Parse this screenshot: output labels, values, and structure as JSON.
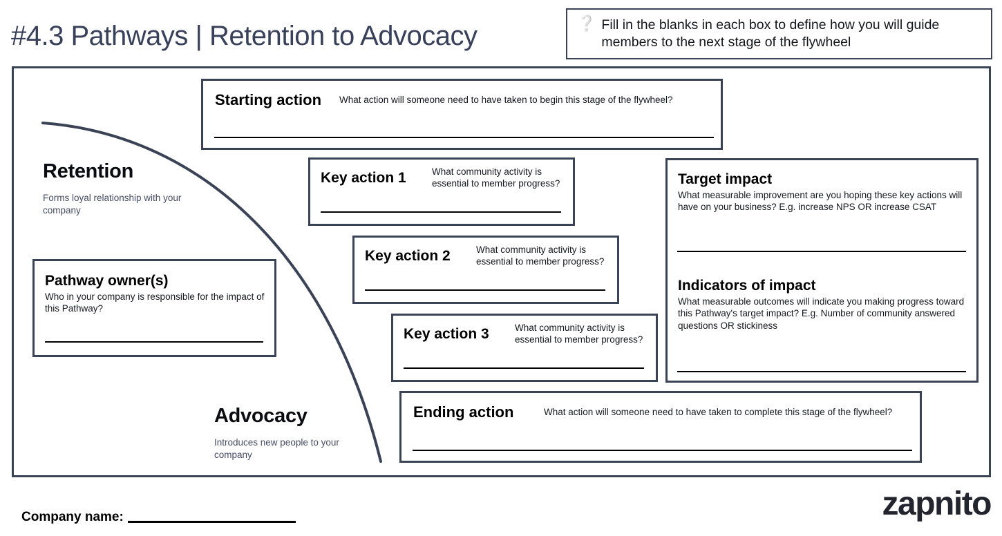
{
  "header": {
    "title": "#4.3 Pathways | Retention to Advocacy",
    "instruction": {
      "icon": "red-question-mark-icon",
      "text": "Fill in the blanks in each box to define how you will guide members to the next stage of the flywheel"
    }
  },
  "stages": {
    "from": {
      "name": "Retention",
      "subtitle": "Forms loyal relationship with your company"
    },
    "to": {
      "name": "Advocacy",
      "subtitle": "Introduces new people to your company"
    }
  },
  "fields": {
    "starting_action": {
      "title": "Starting action",
      "description": "What action will someone need to have taken to begin this stage of the flywheel?",
      "value": ""
    },
    "key_action_1": {
      "title": "Key action 1",
      "description": "What community activity is essential to member progress?",
      "value": ""
    },
    "key_action_2": {
      "title": "Key action 2",
      "description": "What community activity is essential to member progress?",
      "value": ""
    },
    "key_action_3": {
      "title": "Key action 3",
      "description": "What community activity is essential to member progress?",
      "value": ""
    },
    "pathway_owner": {
      "title": "Pathway owner(s)",
      "description": "Who in your company is responsible for the impact of this Pathway?",
      "value": ""
    },
    "target_impact": {
      "title": "Target impact",
      "description": "What measurable improvement are you hoping these key actions will have on your business? E.g. increase NPS OR increase CSAT",
      "value": ""
    },
    "indicators_of_impact": {
      "title": "Indicators of impact",
      "description": "What measurable outcomes will indicate you making progress toward this Pathway's target impact? E.g. Number of community answered questions OR stickiness",
      "value": ""
    },
    "ending_action": {
      "title": "Ending action",
      "description": "What action will someone need to have taken to complete this stage of the flywheel?",
      "value": ""
    }
  },
  "footer": {
    "company_name_label": "Company name:",
    "company_name_value": "",
    "logo_text": "zapnito"
  },
  "colors": {
    "border": "#3a4256",
    "title": "#39415a",
    "accent_question": "#d9534f",
    "logo": "#22252e",
    "subtitle": "#464d63"
  }
}
